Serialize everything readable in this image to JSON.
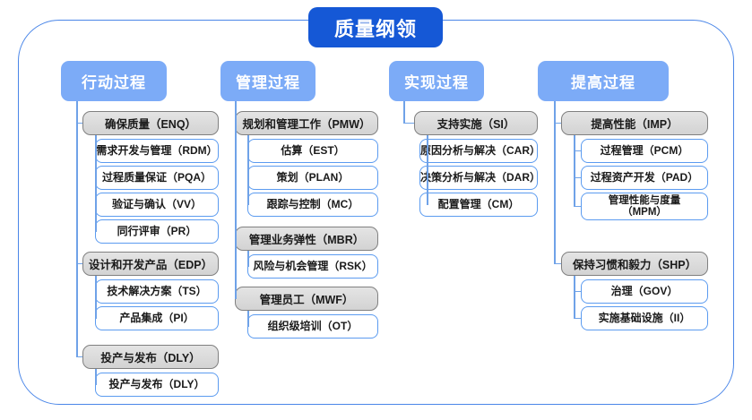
{
  "diagram": {
    "title": "质量纲领",
    "colors": {
      "title_bg": "#1558d6",
      "header_bg": "#7cabf7",
      "group_bg": "#d9d9d9",
      "group_border": "#808080",
      "leaf_border": "#5b9bf0",
      "connector": "#6fa2e8",
      "frame_border": "#4a86e8"
    },
    "columns": [
      {
        "header": "行动过程",
        "groups": [
          {
            "label": "确保质量（ENQ）",
            "children": [
              "需求开发与管理（RDM）",
              "过程质量保证（PQA）",
              "验证与确认（VV）",
              "同行评审（PR）"
            ]
          },
          {
            "label": "设计和开发产品（EDP）",
            "children": [
              "技术解决方案（TS）",
              "产品集成（PI）"
            ]
          },
          {
            "label": "投产与发布（DLY）",
            "children": [
              "投产与发布（DLY）"
            ]
          }
        ]
      },
      {
        "header": "管理过程",
        "groups": [
          {
            "label": "规划和管理工作（PMW）",
            "children": [
              "估算（EST）",
              "策划（PLAN）",
              "跟踪与控制（MC）"
            ]
          },
          {
            "label": "管理业务弹性（MBR）",
            "children": [
              "风险与机会管理（RSK）"
            ]
          },
          {
            "label": "管理员工（MWF）",
            "children": [
              "组织级培训（OT）"
            ]
          }
        ]
      },
      {
        "header": "实现过程",
        "groups": [
          {
            "label": "支持实施（SI）",
            "children": [
              "原因分析与解决（CAR）",
              "决策分析与解决（DAR）",
              "配置管理（CM）"
            ]
          }
        ]
      },
      {
        "header": "提高过程",
        "groups": [
          {
            "label": "提高性能（IMP）",
            "children": [
              "过程管理（PCM）",
              "过程资产开发（PAD）",
              "管理性能与度量\n（MPM）"
            ]
          },
          {
            "label": "保持习惯和毅力（SHP）",
            "children": [
              "治理（GOV）",
              "实施基础设施（II）"
            ]
          }
        ]
      }
    ]
  }
}
